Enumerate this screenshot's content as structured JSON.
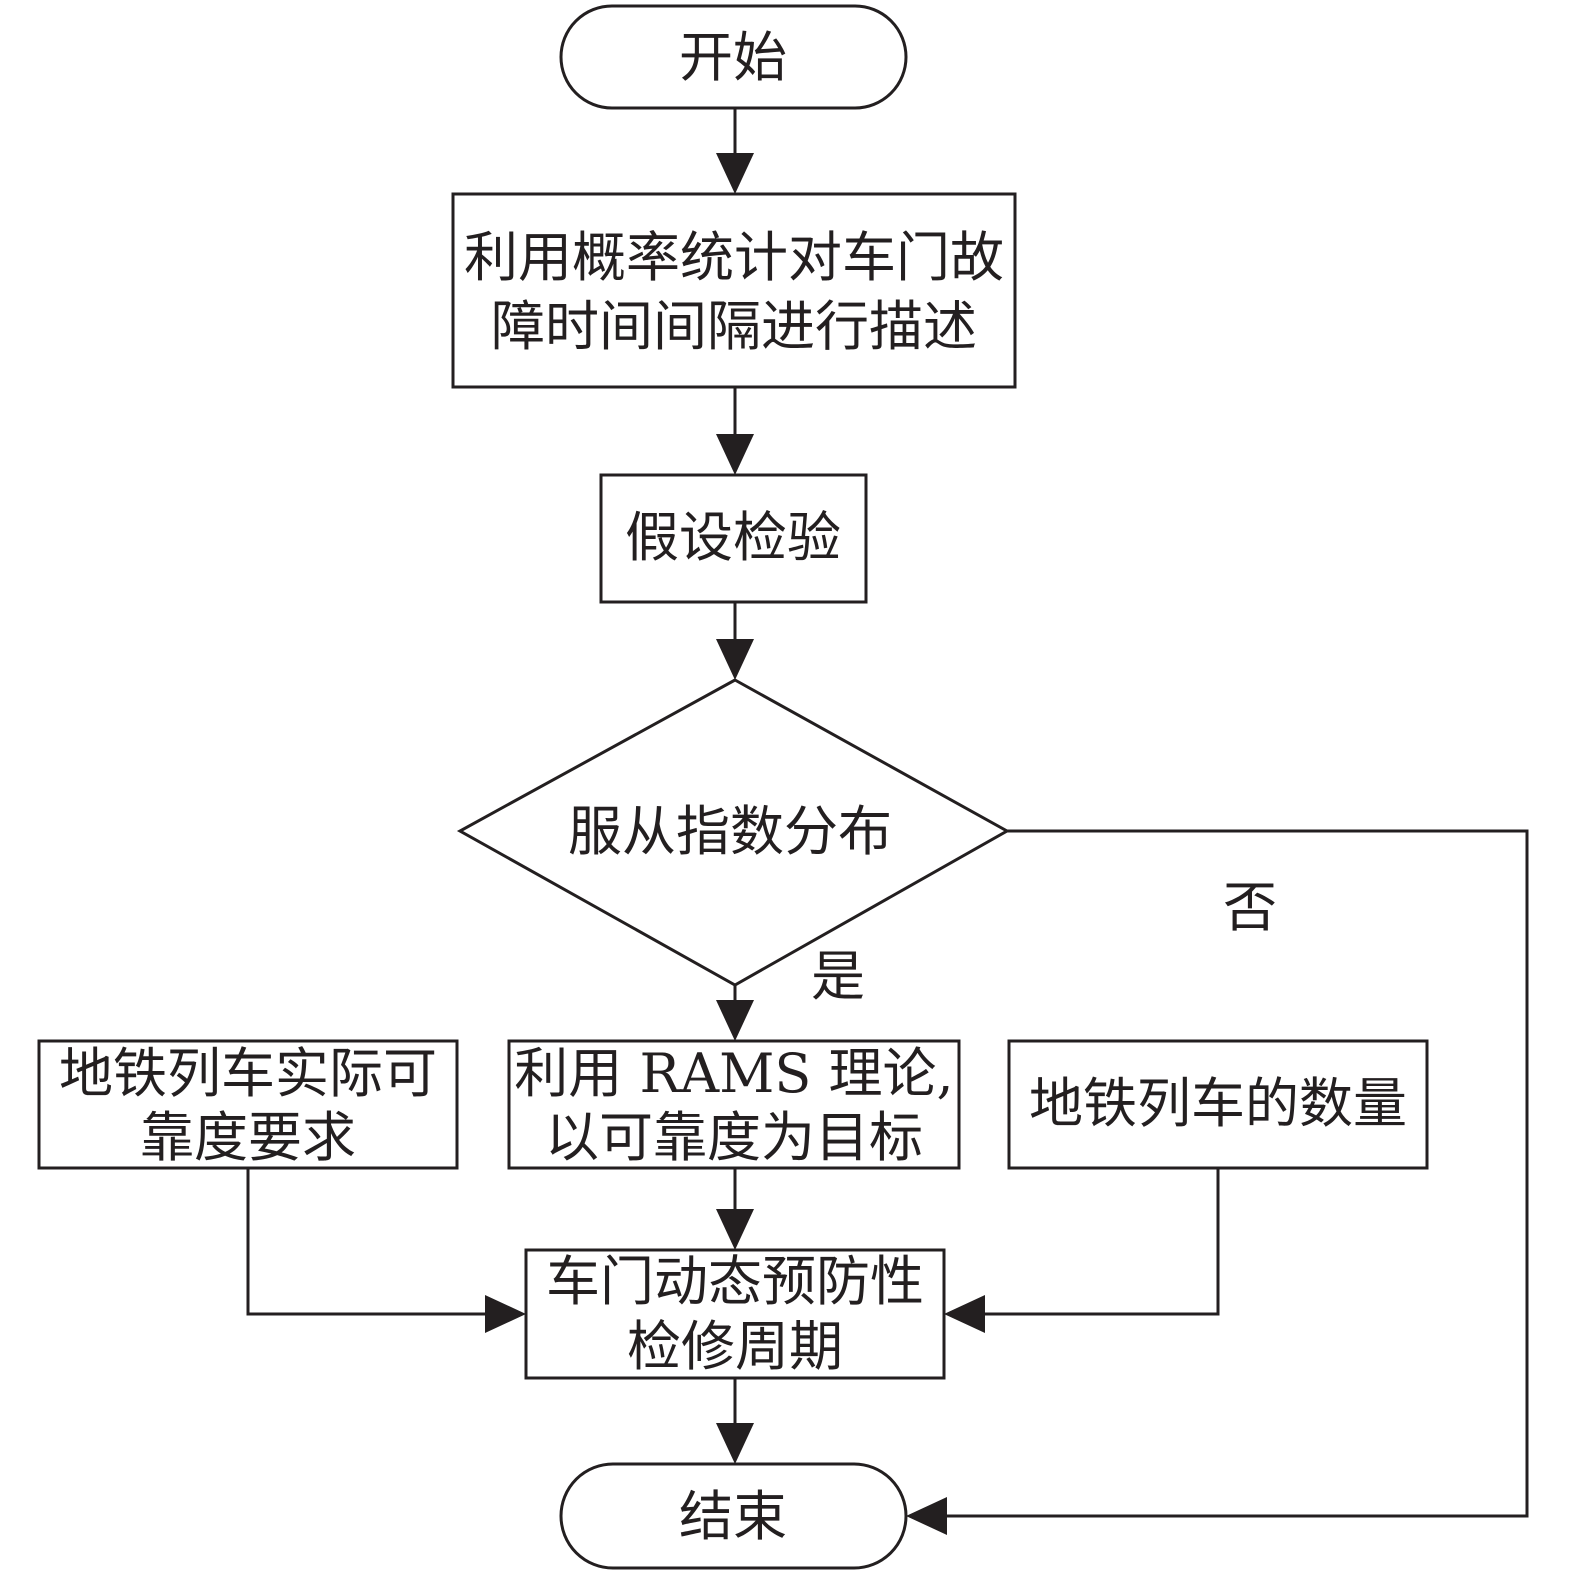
{
  "nodes": {
    "start": {
      "text": "开始"
    },
    "describe": {
      "line1": "利用概率统计对车门故",
      "line2": "障时间间隔进行描述"
    },
    "hypothesis": {
      "text": "假设检验"
    },
    "decision": {
      "text": "服从指数分布"
    },
    "reliability_req": {
      "line1": "地铁列车实际可",
      "line2": "靠度要求"
    },
    "rams": {
      "line1": "利用 RAMS 理论,",
      "line2": "以可靠度为目标"
    },
    "train_count": {
      "text": "地铁列车的数量"
    },
    "maintenance": {
      "line1": "车门动态预防性",
      "line2": "检修周期"
    },
    "end": {
      "text": "结束"
    }
  },
  "edges": {
    "yes_label": "是",
    "no_label": "否"
  }
}
